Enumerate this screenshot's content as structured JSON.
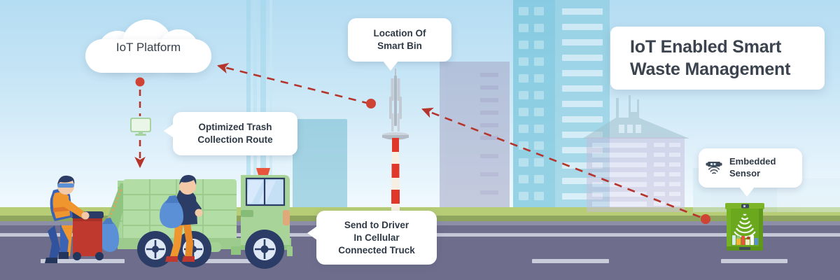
{
  "title_card": {
    "line1": "IoT Enabled Smart",
    "line2": "Waste Management"
  },
  "cloud": {
    "label": "IoT Platform"
  },
  "callouts": {
    "location": {
      "line1": "Location Of",
      "line2": "Smart Bin"
    },
    "route": {
      "line1": "Optimized Trash",
      "line2": "Collection Route"
    },
    "driver": {
      "line1": "Send to Driver",
      "line2": "In Cellular",
      "line3": "Connected Truck"
    },
    "sensor": {
      "line1": "Embedded",
      "line2": "Sensor",
      "icon": "embedded-sensor-icon"
    }
  },
  "icons": {
    "monitor": "monitor-icon",
    "tower": "cell-tower-icon",
    "bin": "smart-waste-bin-icon",
    "truck": "garbage-truck-icon",
    "worker_left": "sanitation-worker-icon",
    "worker_right": "sanitation-worker-icon",
    "arrow_bin_to_tower": "dashed-arrow-icon",
    "arrow_tower_to_cloud": "dashed-arrow-icon",
    "arrow_cloud_to_truck": "dashed-arrow-icon"
  },
  "colors": {
    "sky_top": "#b4dcf2",
    "sky_bottom": "#ffffff",
    "grass": "#b6cc75",
    "road": "#6e6e8c",
    "accent_red": "#c0392f",
    "bin_green": "#6aa81e",
    "truck_green": "#a8d49a",
    "title_text": "#3b444e",
    "bubble_bg": "#ffffff"
  }
}
